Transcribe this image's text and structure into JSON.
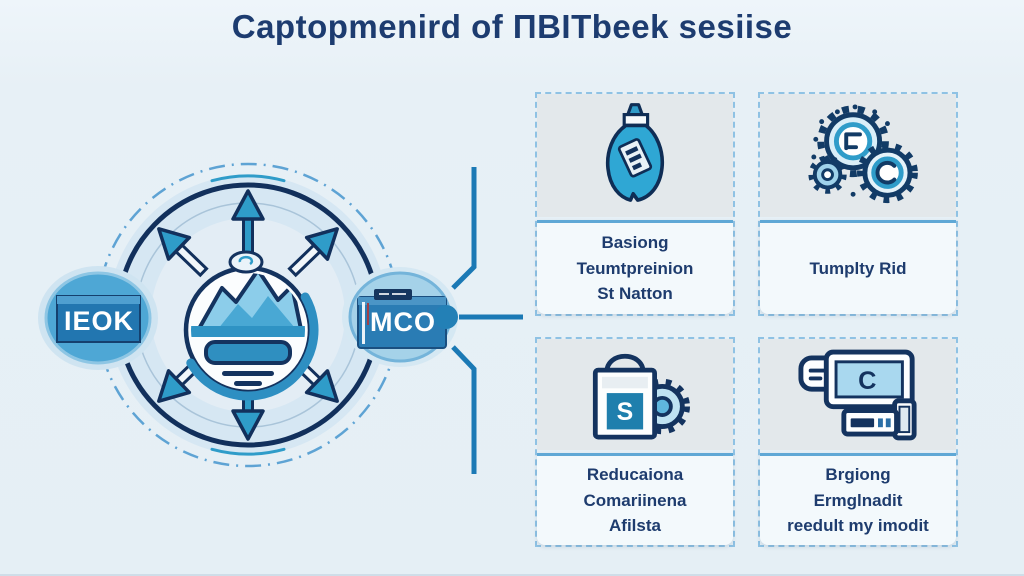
{
  "title": "Captopmenird of ПBITbeek sesiise",
  "colors": {
    "background": "#e7f0f6",
    "accent_blue": "#2f9cc9",
    "navy_outline": "#14335f",
    "connector_blue": "#1b79b5",
    "text_navy": "#1d3c70"
  },
  "diagram": {
    "left_badge": "IEOK",
    "right_badge": "MCO",
    "center_icon": "mountain-circle",
    "arrow_count": 6
  },
  "cards": [
    {
      "id": "basiong",
      "icon": "bottle-icon",
      "label": "Basiong\nTeumtpreinion\nSt Natton"
    },
    {
      "id": "tumplty",
      "icon": "gears-icon",
      "label": "Tumplty Rid"
    },
    {
      "id": "reducaiona",
      "icon": "shopping-bag-gear-icon",
      "label": "Reducaiona\nComariinena\nAfilsta"
    },
    {
      "id": "brgiong",
      "icon": "pos-terminal-icon",
      "label": "Brgiong\nErmglnadit\nreedult my imodit"
    }
  ],
  "icon_glyphs": {
    "bag_letter": "S",
    "screen_letter": "C"
  }
}
